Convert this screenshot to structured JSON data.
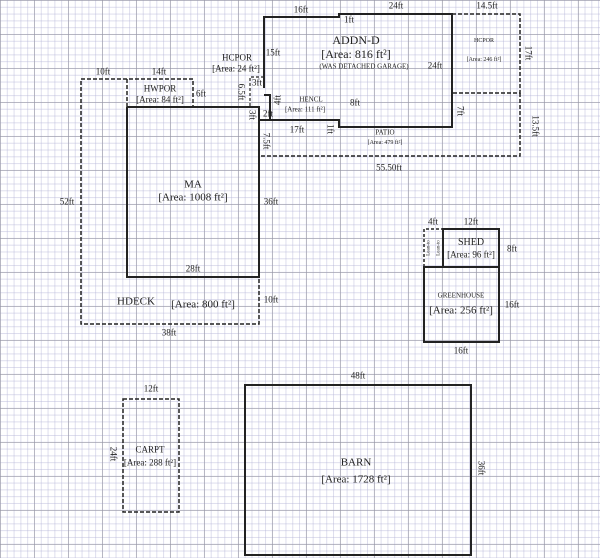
{
  "diagram": {
    "type": "site sketch / floor plan",
    "areas": {
      "addn_d": {
        "name": "ADDN-D",
        "area": "[Area: 816 ft²]",
        "note": "(WAS DETACHED GARAGE)"
      },
      "hcpor_small": {
        "name": "HCPOR",
        "area": "[Area: 24 ft²]"
      },
      "hcpor_right": {
        "name": "HCPOR",
        "area": "[Area: 246 ft²]"
      },
      "hwpor": {
        "name": "HWPOR",
        "area": "[Area: 84 ft²]"
      },
      "hencl": {
        "name": "HENCL",
        "area": "[Area: 111 ft²]"
      },
      "patio": {
        "name": "PATIO",
        "area": "[Area: 479 ft²]"
      },
      "ma": {
        "name": "MA",
        "area": "[Area: 1008 ft²]"
      },
      "hdeck": {
        "name": "HDECK",
        "area": "[Area: 800 ft²]"
      },
      "shed": {
        "name": "SHED",
        "area": "[Area: 96 ft²]"
      },
      "greenhouse": {
        "name": "GREENHOUSE",
        "area": "[Area: 256 ft²]"
      },
      "carpt": {
        "name": "CARPT",
        "area": "[Area: 288 ft²]"
      },
      "barn": {
        "name": "BARN",
        "area": "[Area: 1728 ft²]"
      }
    },
    "dims": {
      "d16ft_top": "16ft",
      "d1ft": "1ft",
      "d24ft_top": "24ft",
      "d14_5ft": "14.5ft",
      "d15ft": "15ft",
      "d24ft_right": "24ft",
      "d17ft_right": "17ft",
      "d13_5ft": "13.5ft",
      "d7ft": "7ft",
      "d6_5ft": "6.5ft",
      "d3ft_a": "3ft",
      "d3ft_b": "3ft",
      "d4ft_up": "4ft",
      "d2ft": "2ft",
      "d8ft": "8ft",
      "d17ft_bottom": "17ft",
      "d1ft_b": "1ft",
      "d7_5ft": "7.5ft",
      "d55_50ft": "55.50ft",
      "d10ft_top": "10ft",
      "d14ft": "14ft",
      "d6ft": "6ft",
      "d52ft": "52ft",
      "d36ft_ma": "36ft",
      "d28ft": "28ft",
      "d10ft_deck": "10ft",
      "d38ft": "38ft",
      "d4ft_shed": "4ft",
      "d12ft_shed": "12ft",
      "d8ft_shed": "8ft",
      "d16ft_gh_right": "16ft",
      "d16ft_gh_bottom": "16ft",
      "d12ft_carpt": "12ft",
      "d24ft_carpt": "24ft",
      "d48ft": "48ft",
      "d36ft_barn": "36ft",
      "shed_annex_a": "Lean-to",
      "shed_annex_b": "Lean-to"
    }
  }
}
